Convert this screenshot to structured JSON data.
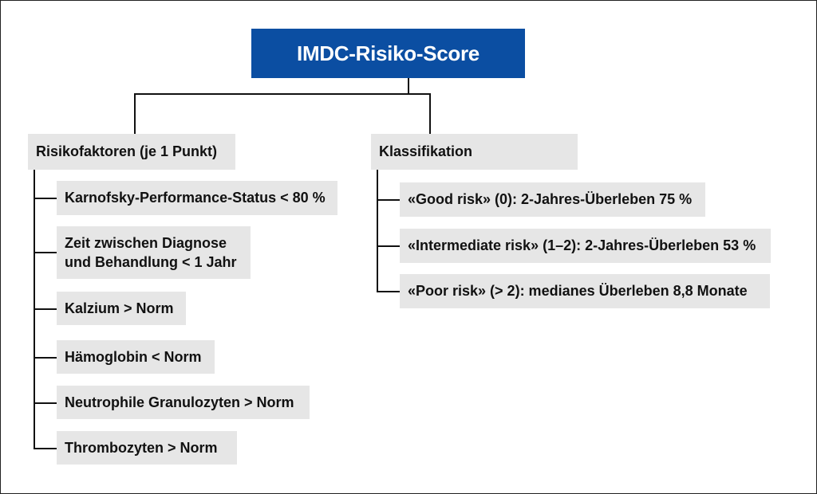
{
  "title": "IMDC-Risiko-Score",
  "left_branch": {
    "heading": "Risikofaktoren (je 1 Punkt)",
    "items": [
      "Karnofsky-Performance-Status < 80 %",
      "Zeit zwischen Diagnose und Behandlung < 1 Jahr",
      "Kalzium > Norm",
      "Hämoglobin < Norm",
      "Neutrophile Granulozyten > Norm",
      "Thrombozyten > Norm"
    ]
  },
  "right_branch": {
    "heading": "Klassifikation",
    "items": [
      "«Good risk» (0): 2-Jahres-Überleben 75 %",
      "«Intermediate risk» (1–2): 2-Jahres-Überleben 53 %",
      "«Poor risk» (> 2): medianes Überleben 8,8 Monate"
    ]
  },
  "colors": {
    "title_background": "#0b4ea2",
    "box_background": "#e6e6e6",
    "connector": "#111111"
  }
}
